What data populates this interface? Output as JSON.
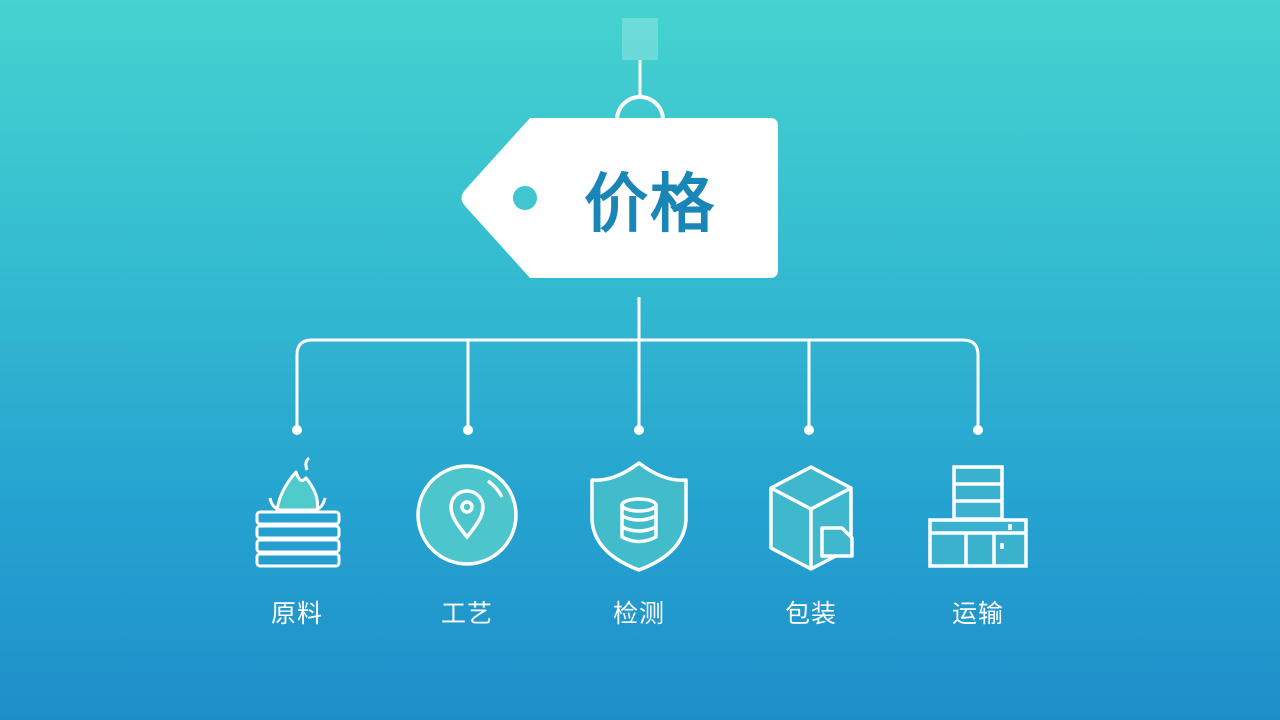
{
  "tag": {
    "title": "价格"
  },
  "factors": [
    {
      "label": "原料",
      "icon": "flame-stack-icon"
    },
    {
      "label": "工艺",
      "icon": "location-pin-circle-icon"
    },
    {
      "label": "检测",
      "icon": "shield-database-icon"
    },
    {
      "label": "包装",
      "icon": "package-box-icon"
    },
    {
      "label": "运输",
      "icon": "cargo-boxes-icon"
    }
  ],
  "colors": {
    "accent": "#1a86b8",
    "line": "#ffffff"
  }
}
